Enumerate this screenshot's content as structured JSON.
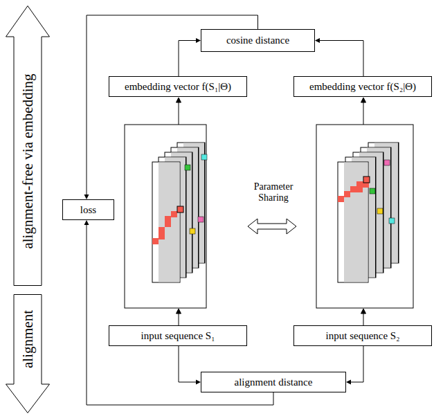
{
  "diagram": {
    "nodes": [
      {
        "text": [
          "alignment-free via embedding"
        ]
      },
      {
        "text": [
          "alignment"
        ]
      },
      {
        "text": [
          "cosine distance"
        ]
      },
      {
        "text": [
          "embedding vector f(S₁|Θ)"
        ]
      },
      {
        "text": [
          "embedding vector f(S₂|Θ)"
        ]
      },
      {
        "text": [
          "loss"
        ]
      },
      {
        "text": [
          "input sequence S₁"
        ]
      },
      {
        "text": [
          "input sequence S₂"
        ]
      },
      {
        "text": [
          "alignment distance"
        ]
      }
    ],
    "edges": [
      {
        "from": 3,
        "to": 2,
        "arrow": "to"
      },
      {
        "from": 4,
        "to": 2,
        "arrow": "to"
      },
      {
        "from": 2,
        "to": 5,
        "arrow": "to"
      },
      {
        "from": 6,
        "to": 8,
        "arrow": "to"
      },
      {
        "from": 7,
        "to": 8,
        "arrow": "to"
      },
      {
        "from": 8,
        "to": 5,
        "arrow": "to"
      }
    ],
    "labels": [
      "Parameter Sharing"
    ]
  }
}
